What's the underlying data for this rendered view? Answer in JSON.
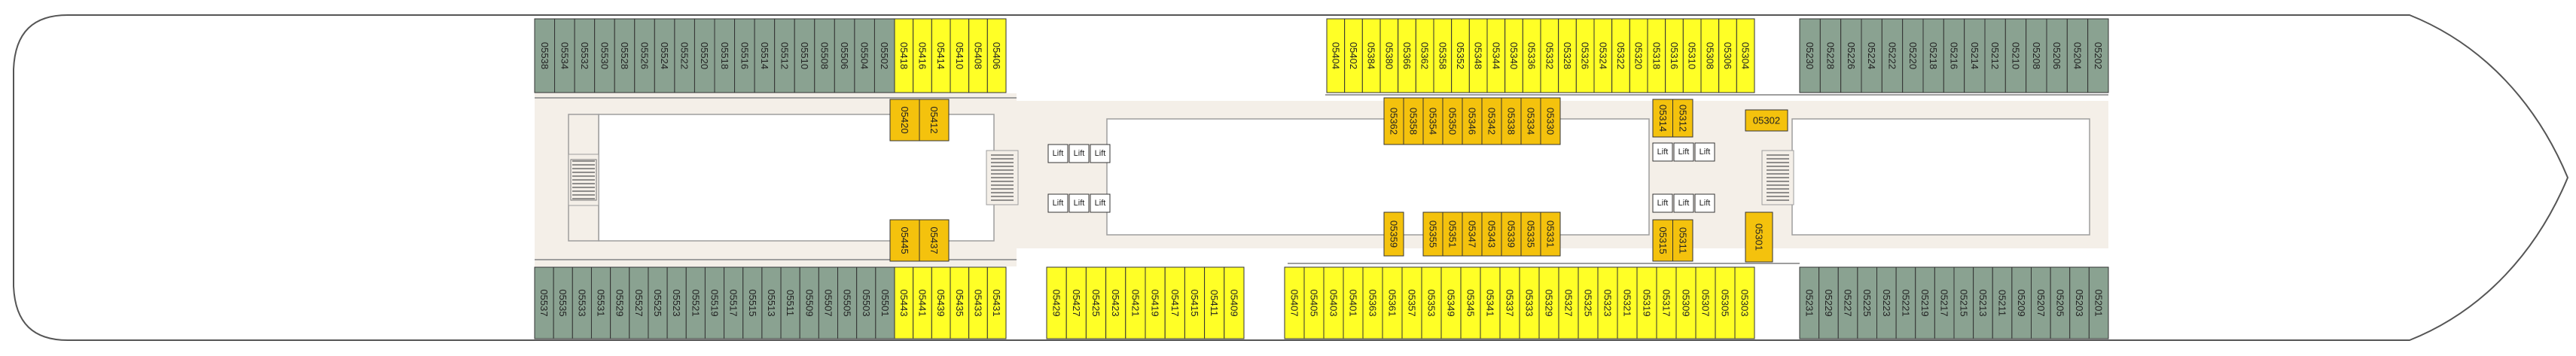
{
  "deck_plan": {
    "lift_label": "Lift",
    "colors": {
      "hull_outline": "#555555",
      "corridor_fill": "#f4efe8",
      "corridor_line": "#9e9e9e",
      "cabin_grey": "#8aa291",
      "cabin_yellow": "#ffff26",
      "cabin_orange": "#f4c20d",
      "stair": "#9e9e9e"
    },
    "top_row": {
      "grey_left": [
        "05538",
        "05534",
        "05532",
        "05530",
        "05528",
        "05526",
        "05524",
        "05522",
        "05520",
        "05518",
        "05516",
        "05514",
        "05512",
        "05510",
        "05508",
        "05506",
        "05504",
        "05502"
      ],
      "yellow_left": [
        "05418",
        "05416",
        "05414",
        "05410",
        "05408",
        "05406"
      ],
      "yellow_center": [
        "05404",
        "05402",
        "05384",
        "05380",
        "05366",
        "05362",
        "05358",
        "05352",
        "05348",
        "05344",
        "05340",
        "05336",
        "05332",
        "05328",
        "05326",
        "05324",
        "05322",
        "05320",
        "05318",
        "05316",
        "05310",
        "05308",
        "05306",
        "05304"
      ],
      "grey_right": [
        "05230",
        "05228",
        "05226",
        "05224",
        "05222",
        "05220",
        "05218",
        "05216",
        "05214",
        "05212",
        "05210",
        "05208",
        "05206",
        "05204",
        "05202"
      ]
    },
    "bottom_row": {
      "grey_left": [
        "05537",
        "05535",
        "05533",
        "05531",
        "05529",
        "05527",
        "05525",
        "05523",
        "05521",
        "05519",
        "05517",
        "05515",
        "05513",
        "05511",
        "05509",
        "05507",
        "05505",
        "05503",
        "05501"
      ],
      "yellow_left": [
        "05443",
        "05441",
        "05439",
        "05435",
        "05433",
        "05431"
      ],
      "yellow_mid": [
        "05429",
        "05427",
        "05425",
        "05423",
        "05421",
        "05419",
        "05417",
        "05415",
        "05411",
        "05409"
      ],
      "yellow_center": [
        "05407",
        "05405",
        "05403",
        "05401",
        "05363",
        "05361",
        "05357",
        "05353",
        "05349",
        "05345",
        "05341",
        "05337",
        "05333",
        "05329",
        "05327",
        "05325",
        "05323",
        "05321",
        "05319",
        "05317",
        "05309",
        "05307",
        "05305",
        "05303"
      ],
      "grey_right": [
        "05231",
        "05229",
        "05227",
        "05225",
        "05223",
        "05221",
        "05219",
        "05217",
        "05215",
        "05213",
        "05211",
        "05209",
        "05207",
        "05205",
        "05203",
        "05201"
      ]
    },
    "interior": {
      "left_top": [
        "05420",
        "05412"
      ],
      "left_bottom": [
        "05445",
        "05437"
      ],
      "center_top": [
        "05362",
        "05358",
        "05354",
        "05350",
        "05346",
        "05342",
        "05338",
        "05334",
        "05330"
      ],
      "center_bottom_single": [
        "05359"
      ],
      "center_bottom": [
        "05355",
        "05351",
        "05347",
        "05343",
        "05339",
        "05335",
        "05331"
      ],
      "right_top": [
        "05314",
        "05312"
      ],
      "right_top_horizontal": "05302",
      "right_bottom": [
        "05315",
        "05311"
      ],
      "right_bottom_single": "05301"
    }
  }
}
